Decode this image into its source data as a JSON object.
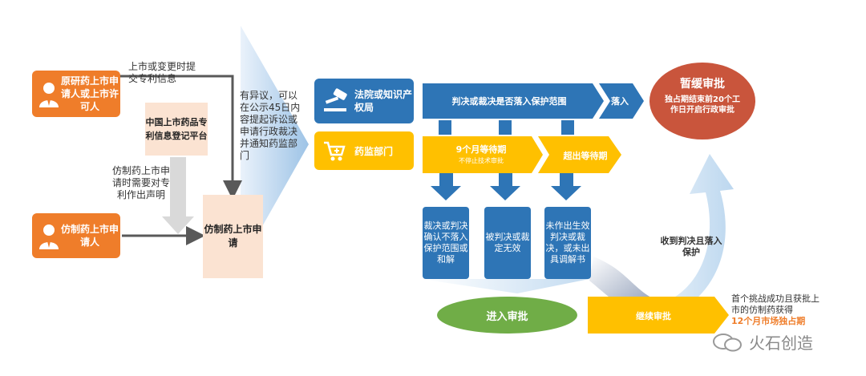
{
  "left": {
    "originator": "原研药上市申请人或上市许可人",
    "originator_note": "上市或变更时提交专利信息",
    "platform": "中国上市药品专利信息登记平台",
    "generic_note": "仿制药上市申请时需要对专利作出声明",
    "generic_applicant": "仿制药上市申请人",
    "generic_application": "仿制药上市申请",
    "objection_note": "有异议，可以在公示45日内容提起诉讼或申请行政裁决并通知药监部门"
  },
  "lanes": {
    "court": "法院或知识产权局",
    "drug_admin": "药监部门",
    "judgement": "判决或裁决是否落入保护范围",
    "fall_in": "落入",
    "wait_9m": "9个月等待期",
    "wait_9m_sub": "不停止技术审批",
    "exceed_wait": "超出等待期"
  },
  "results": {
    "r1": "裁决或判决确认不落入保护范围或和解",
    "r2": "被判决或裁定无效",
    "r3": "未作出生效判决或裁决，或未出具调解书"
  },
  "right": {
    "suspend_title": "暂缓审批",
    "suspend_desc": "独占期结束前20个工作日开启行政审批",
    "receive_note": "收到判决且落入保护",
    "enter_approval": "进入审批",
    "continue_approval": "继续审批",
    "first_challenge": "首个挑战成功且获批上市的仿制药获得",
    "exclusivity": "12个月市场独占期"
  },
  "watermark": "火石创造",
  "colors": {
    "orange": "#ef7d2a",
    "peach": "#fbe3d2",
    "blue": "#2e75b6",
    "yellow": "#ffc000",
    "green": "#70ad47",
    "red": "#c9553c",
    "highlight": "#ef7d2a"
  }
}
